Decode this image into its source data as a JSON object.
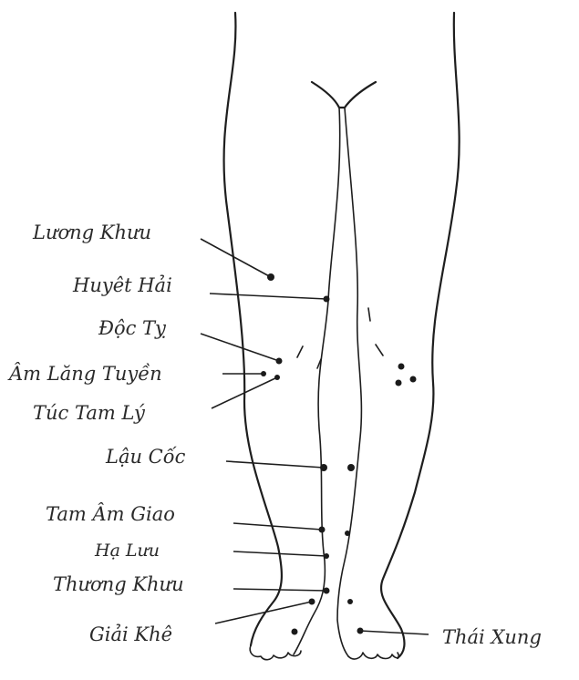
{
  "diagram": {
    "labels": {
      "luong_khau": "Lương Khưu",
      "huyet_hai": "Huyêt Hải",
      "doc_ty": "Độc Tỵ",
      "am_lang_tuyen": "Âm Lăng Tuyền",
      "tuc_tam_ly": "Túc Tam Lý",
      "lau_coc": "Lậu Cốc",
      "tam_am_giao": "Tam Âm Giao",
      "ha_luu": "Hạ Lưu",
      "thuong_khau": "Thương Khưu",
      "giai_khe": "Giải Khê",
      "thai_xung": "Thái Xung"
    }
  }
}
